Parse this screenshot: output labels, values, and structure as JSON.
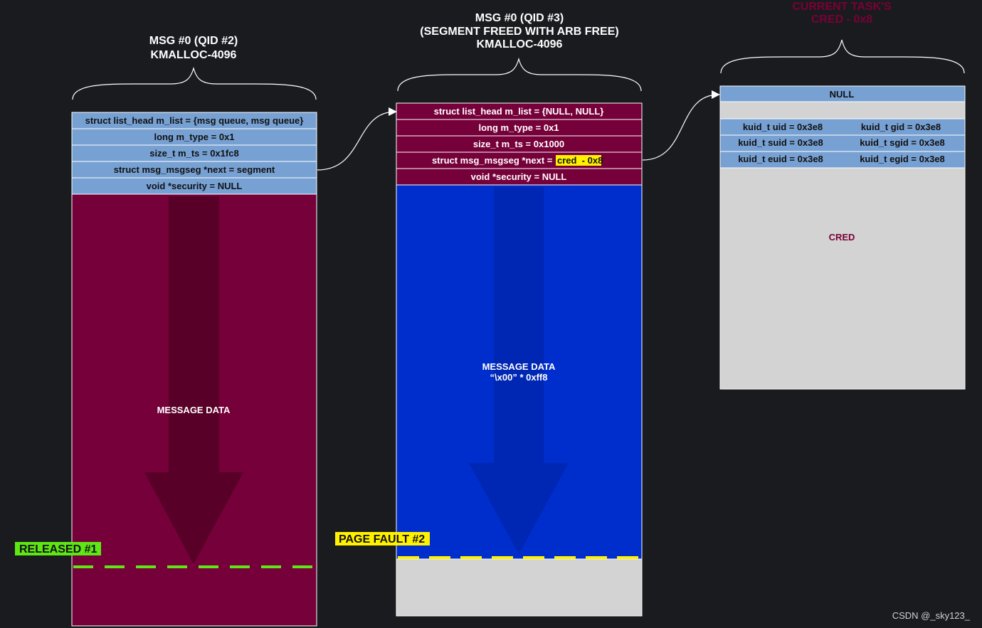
{
  "columns": {
    "msg_qid2": {
      "title_line1": "MSG #0 (QID #2)",
      "title_line2": "KMALLOC-4096",
      "fields": [
        "struct list_head m_list = {msg queue, msg queue}",
        "long m_type = 0x1",
        "size_t m_ts = 0x1fc8",
        "struct msg_msgseg *next = segment",
        "void *security = NULL"
      ],
      "body_label": "MESSAGE DATA",
      "marker_label": "RELEASED #1"
    },
    "msg_qid3": {
      "title_line1": "MSG #0 (QID #3)",
      "title_line2": "(SEGMENT FREED WITH ARB FREE)",
      "title_line3": "KMALLOC-4096",
      "fields": [
        "struct list_head m_list = {NULL, NULL}",
        "long m_type = 0x1",
        "size_t m_ts = 0x1000",
        "struct msg_msgseg *next = ",
        "void *security = NULL"
      ],
      "next_highlight": "cred  - 0x8",
      "body_label_line1": "MESSAGE DATA",
      "body_label_line2": "“\\x00” * 0xff8",
      "marker_label": "PAGE FAULT #2"
    },
    "cred": {
      "title_line1": "CURRENT TASK'S",
      "title_line2": "CRED - 0x8",
      "top_field": "NULL",
      "pairs": [
        [
          "kuid_t uid = 0x3e8",
          "kuid_t gid = 0x3e8"
        ],
        [
          "kuid_t suid = 0x3e8",
          "kuid_t sgid = 0x3e8"
        ],
        [
          "kuid_t euid = 0x3e8",
          "kuid_t egid = 0x3e8"
        ]
      ],
      "body_label": "CRED"
    }
  },
  "colors": {
    "background": "#1a1b1f",
    "header_blue": "#77a1d3",
    "maroon": "#76003a",
    "blue": "#002ecc",
    "gray": "#d3d3d3",
    "released_green": "#5ee615",
    "fault_yellow": "#fff200"
  },
  "watermark": "CSDN @_sky123_"
}
